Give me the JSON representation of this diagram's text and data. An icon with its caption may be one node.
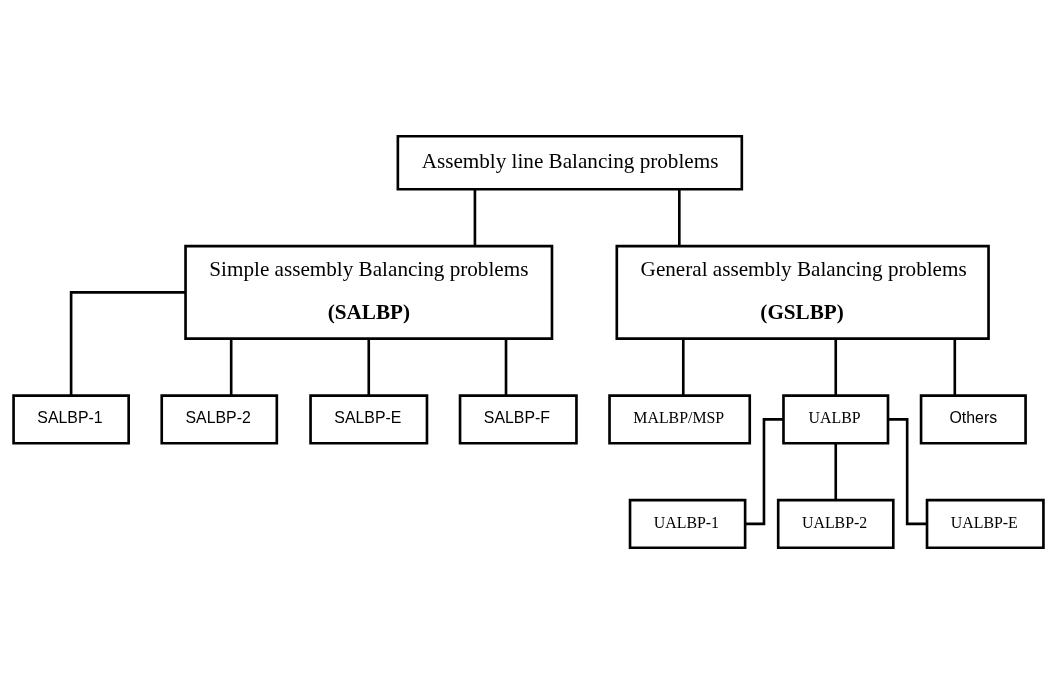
{
  "diagram": {
    "nodes": [
      {
        "text": [
          "Assembly line Balancing problems"
        ]
      },
      {
        "text": [
          "Simple assembly Balancing problems",
          "(SALBP)"
        ]
      },
      {
        "text": [
          "General assembly Balancing problems",
          "(GSLBP)"
        ]
      },
      {
        "text": [
          "SALBP-1"
        ]
      },
      {
        "text": [
          "SALBP-2"
        ]
      },
      {
        "text": [
          "SALBP-E"
        ]
      },
      {
        "text": [
          "SALBP-F"
        ]
      },
      {
        "text": [
          "MALBP/MSP"
        ]
      },
      {
        "text": [
          "UALBP"
        ]
      },
      {
        "text": [
          "Others"
        ]
      },
      {
        "text": [
          "UALBP-1"
        ]
      },
      {
        "text": [
          "UALBP-2"
        ]
      },
      {
        "text": [
          "UALBP-E"
        ]
      }
    ],
    "edges": [
      {
        "from": 0,
        "to": 1,
        "arrow": "none"
      },
      {
        "from": 0,
        "to": 2,
        "arrow": "none"
      },
      {
        "from": 1,
        "to": 3,
        "arrow": "none"
      },
      {
        "from": 1,
        "to": 4,
        "arrow": "none"
      },
      {
        "from": 1,
        "to": 5,
        "arrow": "none"
      },
      {
        "from": 1,
        "to": 6,
        "arrow": "none"
      },
      {
        "from": 2,
        "to": 7,
        "arrow": "none"
      },
      {
        "from": 2,
        "to": 8,
        "arrow": "none"
      },
      {
        "from": 2,
        "to": 9,
        "arrow": "none"
      },
      {
        "from": 8,
        "to": 10,
        "arrow": "none"
      },
      {
        "from": 8,
        "to": 11,
        "arrow": "none"
      },
      {
        "from": 8,
        "to": 12,
        "arrow": "none"
      }
    ]
  }
}
